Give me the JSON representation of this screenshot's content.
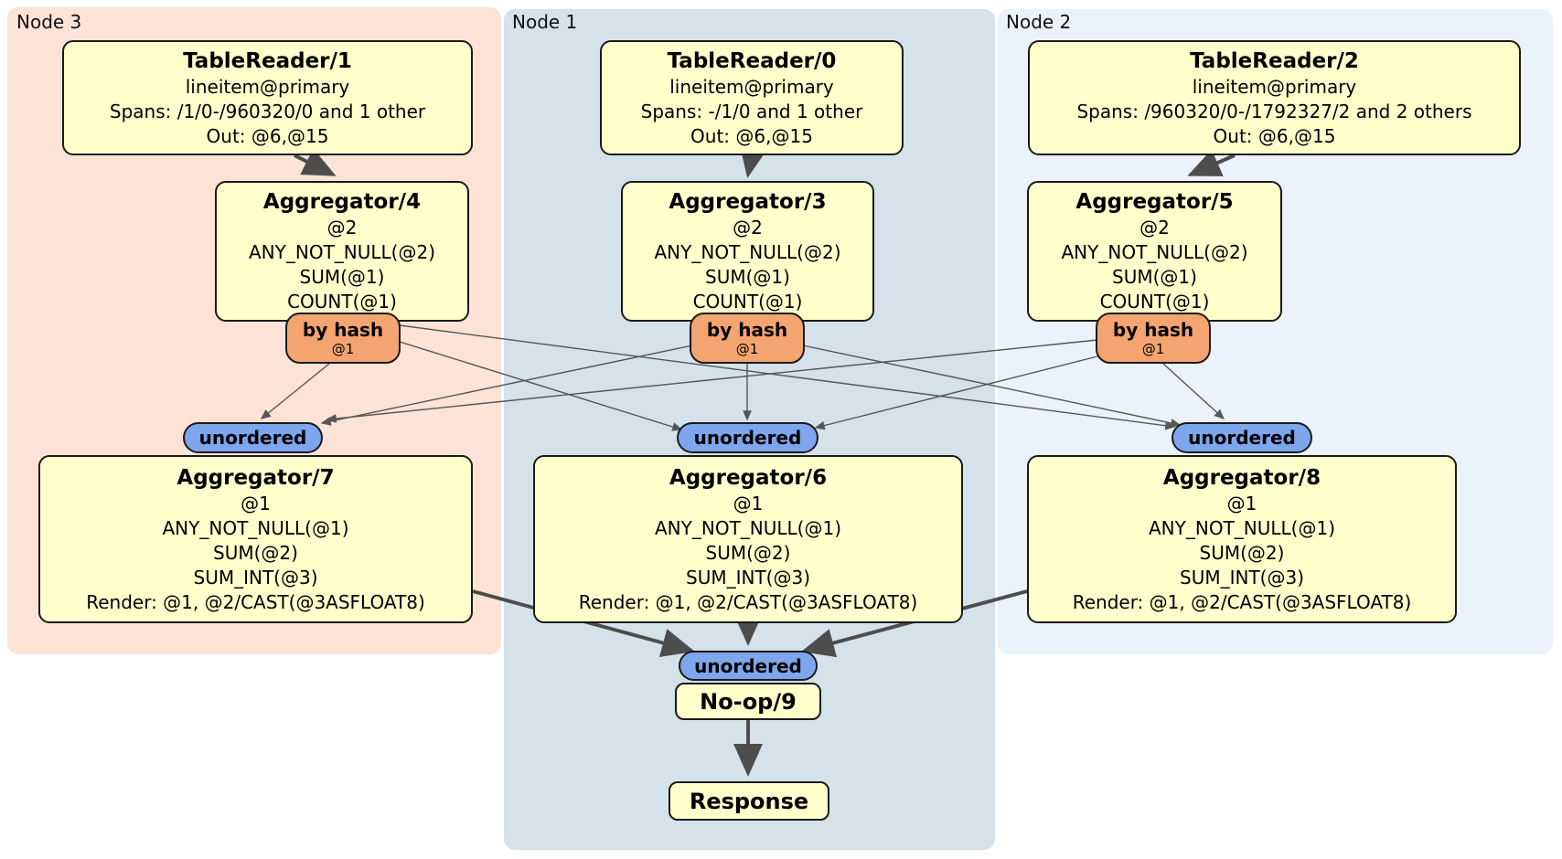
{
  "nodes": {
    "node3": {
      "label": "Node 3"
    },
    "node1": {
      "label": "Node 1"
    },
    "node2": {
      "label": "Node 2"
    }
  },
  "boxes": {
    "tr1": {
      "title": "TableReader/1",
      "lines": [
        "lineitem@primary",
        "Spans: /1/0-/960320/0 and 1 other",
        "Out: @6,@15"
      ]
    },
    "tr0": {
      "title": "TableReader/0",
      "lines": [
        "lineitem@primary",
        "Spans: -/1/0 and 1 other",
        "Out: @6,@15"
      ]
    },
    "tr2": {
      "title": "TableReader/2",
      "lines": [
        "lineitem@primary",
        "Spans: /960320/0-/1792327/2 and 2 others",
        "Out: @6,@15"
      ]
    },
    "agg4": {
      "title": "Aggregator/4",
      "lines": [
        "@2",
        "ANY_NOT_NULL(@2)",
        "SUM(@1)",
        "COUNT(@1)"
      ]
    },
    "agg3": {
      "title": "Aggregator/3",
      "lines": [
        "@2",
        "ANY_NOT_NULL(@2)",
        "SUM(@1)",
        "COUNT(@1)"
      ]
    },
    "agg5": {
      "title": "Aggregator/5",
      "lines": [
        "@2",
        "ANY_NOT_NULL(@2)",
        "SUM(@1)",
        "COUNT(@1)"
      ]
    },
    "agg7": {
      "title": "Aggregator/7",
      "lines": [
        "@1",
        "ANY_NOT_NULL(@1)",
        "SUM(@2)",
        "SUM_INT(@3)",
        "Render: @1, @2/CAST(@3ASFLOAT8)"
      ]
    },
    "agg6": {
      "title": "Aggregator/6",
      "lines": [
        "@1",
        "ANY_NOT_NULL(@1)",
        "SUM(@2)",
        "SUM_INT(@3)",
        "Render: @1, @2/CAST(@3ASFLOAT8)"
      ]
    },
    "agg8": {
      "title": "Aggregator/8",
      "lines": [
        "@1",
        "ANY_NOT_NULL(@1)",
        "SUM(@2)",
        "SUM_INT(@3)",
        "Render: @1, @2/CAST(@3ASFLOAT8)"
      ]
    },
    "noop": {
      "title": "No-op/9",
      "lines": []
    },
    "response": {
      "title": "Response",
      "lines": []
    }
  },
  "routers": {
    "r4": {
      "label": "by hash",
      "detail": "@1"
    },
    "r3": {
      "label": "by hash",
      "detail": "@1"
    },
    "r5": {
      "label": "by hash",
      "detail": "@1"
    }
  },
  "syncs": {
    "s7": {
      "label": "unordered"
    },
    "s6": {
      "label": "unordered"
    },
    "s8": {
      "label": "unordered"
    },
    "s9": {
      "label": "unordered"
    }
  },
  "colors": {
    "node3_bg": "#fce3d5",
    "node1_bg": "#d6e2ea",
    "node2_bg": "#ecf2fb",
    "box_bg": "#ffffcc",
    "box_border": "#1a1a1a",
    "router_bg": "#f4a470",
    "sync_bg": "#7da6ec",
    "edge_color": "#4d4d4d"
  }
}
